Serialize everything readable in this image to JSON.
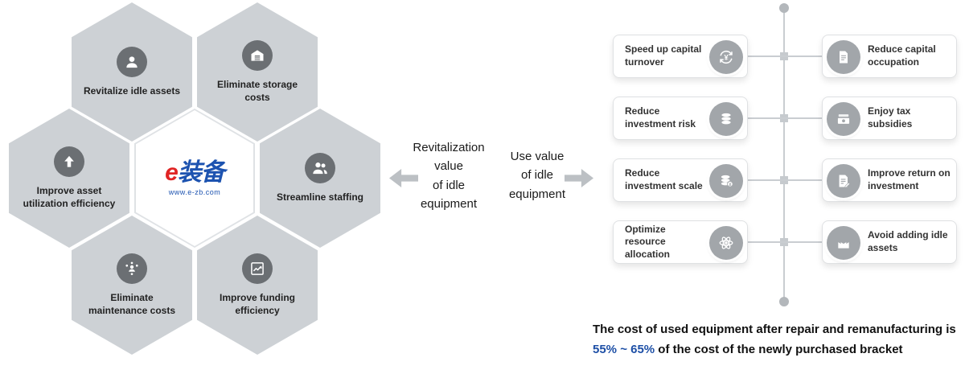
{
  "brand": {
    "logo_accent": "e",
    "logo_text": "装备",
    "website": "www.e-zb.com"
  },
  "hexagons": {
    "items": [
      {
        "label": "Revitalize idle assets",
        "icon": "person-icon"
      },
      {
        "label": "Eliminate storage costs",
        "icon": "warehouse-icon"
      },
      {
        "label": "Improve asset utilization efficiency",
        "icon": "arrow-up-icon"
      },
      {
        "label": "Streamline staffing",
        "icon": "people-icon"
      },
      {
        "label": "Eliminate maintenance costs",
        "icon": "maintenance-icon"
      },
      {
        "label": "Improve funding efficiency",
        "icon": "chart-icon"
      }
    ]
  },
  "middle": {
    "left_lines": [
      "Revitalization",
      "value",
      "of idle",
      "equipment"
    ],
    "right_lines": [
      "Use value",
      "of idle",
      "equipment"
    ]
  },
  "timeline": {
    "left": [
      {
        "label": "Speed up capital turnover",
        "icon": "yen-cycle-icon"
      },
      {
        "label": "Reduce investment risk",
        "icon": "coins-icon"
      },
      {
        "label": "Reduce investment scale",
        "icon": "coins-yen-icon"
      },
      {
        "label": "Optimize resource allocation",
        "icon": "atom-icon"
      }
    ],
    "right": [
      {
        "label": "Reduce capital occupation",
        "icon": "document-icon"
      },
      {
        "label": "Enjoy tax subsidies",
        "icon": "cash-icon"
      },
      {
        "label": "Improve return on investment",
        "icon": "report-icon"
      },
      {
        "label": "Avoid adding idle assets",
        "icon": "building-icon"
      }
    ]
  },
  "footnote": {
    "line1": "The cost of used equipment after repair and remanufacturing is",
    "highlight": "55% ~ 65%",
    "rest": " of the cost of the newly purchased bracket"
  },
  "colors": {
    "hex_fill": "#cdd1d5",
    "accent_blue": "#1d4fa6",
    "icon_dark": "#6b6f73",
    "icon_gray": "#a2a6aa"
  }
}
